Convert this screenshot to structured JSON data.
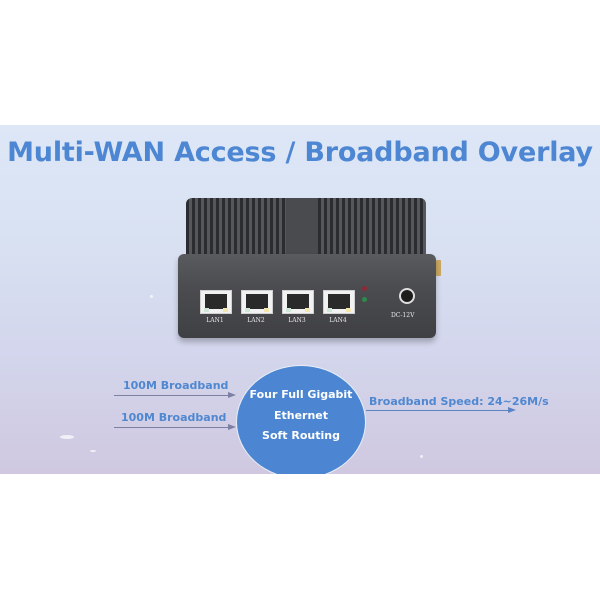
{
  "banner": {
    "title": "Multi-WAN Access / Broadband Overlay",
    "colors": {
      "title": "#4d86d3",
      "circle": "#4c86d2",
      "label": "#4f87d0"
    }
  },
  "device": {
    "ports": [
      {
        "label": "LAN1"
      },
      {
        "label": "LAN2"
      },
      {
        "label": "LAN3"
      },
      {
        "label": "LAN4"
      }
    ],
    "power_label": "DC-12V",
    "indicators": [
      "red",
      "green"
    ]
  },
  "diagram": {
    "inputs": [
      {
        "label": "100M Broadband"
      },
      {
        "label": "100M Broadband"
      }
    ],
    "center": {
      "line1": "Four Full Gigabit",
      "line2": "Ethernet",
      "line3": "Soft Routing"
    },
    "output": {
      "label": "Broadband Speed: 24~26M/s"
    }
  }
}
